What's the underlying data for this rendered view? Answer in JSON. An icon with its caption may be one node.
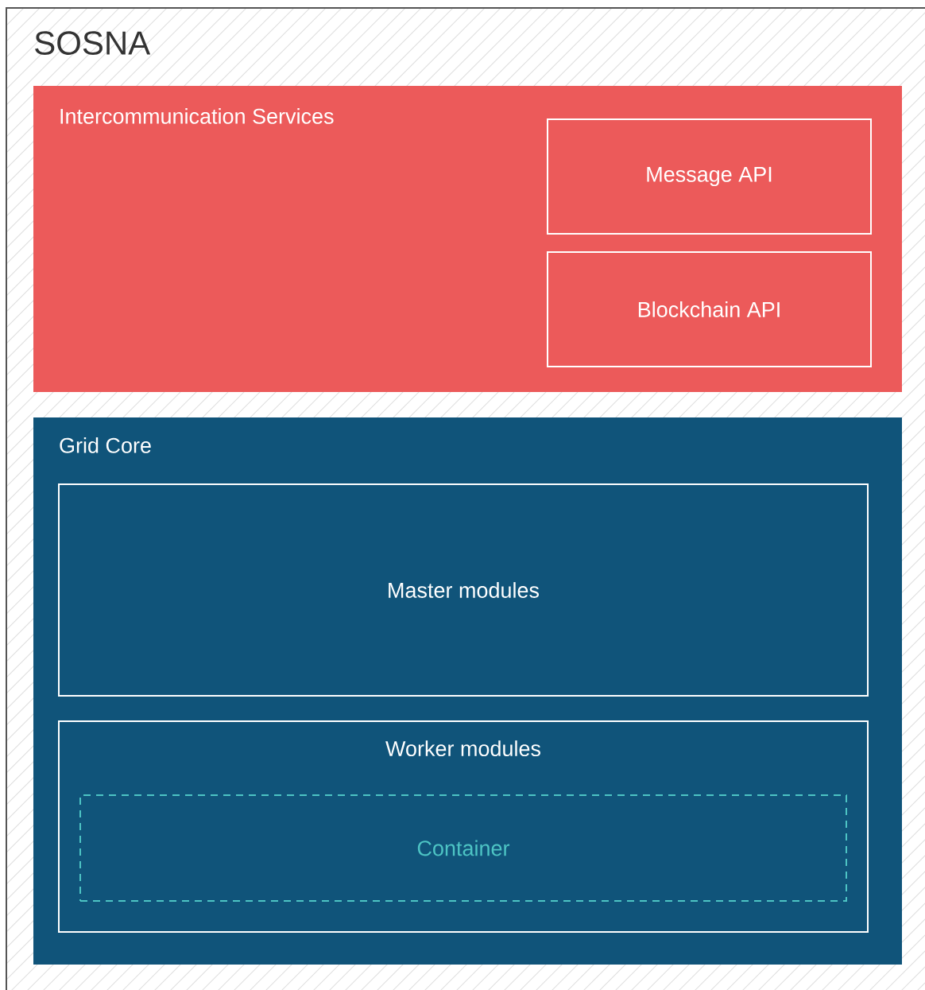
{
  "diagram": {
    "nodes": [
      {
        "text": [
          "SOSNA"
        ]
      },
      {
        "text": [
          "Intercommunication Services"
        ],
        "in": 0
      },
      {
        "text": [
          "Message API"
        ],
        "in": 1
      },
      {
        "text": [
          "Blockchain API"
        ],
        "in": 1
      },
      {
        "text": [
          "Grid Core"
        ],
        "in": 0
      },
      {
        "text": [
          "Master modules"
        ],
        "in": 4
      },
      {
        "text": [
          "Worker modules"
        ],
        "in": 4
      },
      {
        "text": [
          "Container"
        ],
        "in": 6
      }
    ]
  }
}
